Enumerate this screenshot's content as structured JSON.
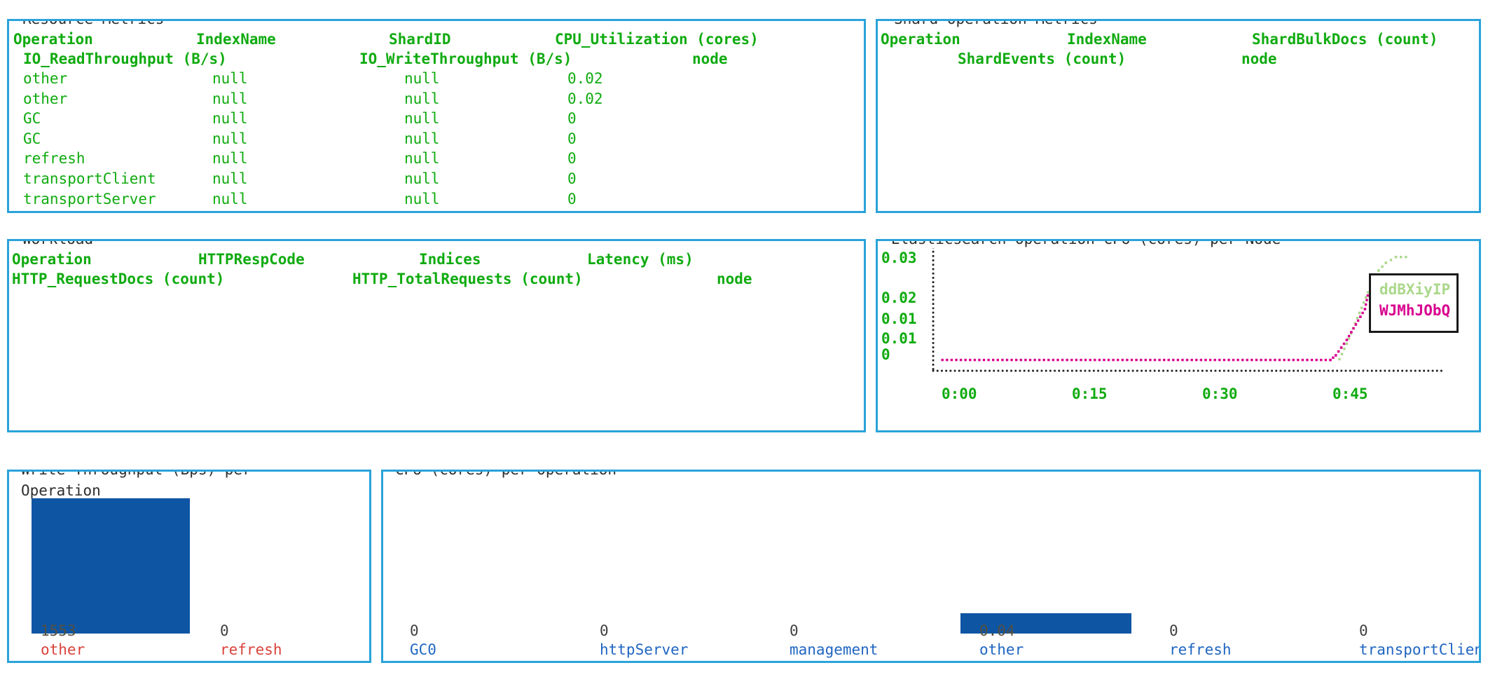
{
  "colors": {
    "panel_border": "#2aa3da",
    "table_green": "#10ab10",
    "title_text": "#2e2e2e",
    "bar_blue": "#0e55a4",
    "category_red": "#d9433c",
    "category_blue": "#2066c2",
    "value_gray": "#3f3f3f",
    "value_on_bar": "#54503f",
    "series_green": "#abd88b",
    "series_magenta": "#d9008f",
    "axis_black": "#1c1c1c"
  },
  "panels": {
    "resource_metrics": {
      "title": "Resource Metrics",
      "header_row1": [
        "Operation",
        "IndexName",
        "ShardID",
        "CPU_Utilization (cores)"
      ],
      "header_row2": [
        "IO_ReadThroughput (B/s)",
        "IO_WriteThroughput (B/s)",
        "node"
      ],
      "rows": [
        [
          "other",
          "null",
          "null",
          "0.02"
        ],
        [
          "other",
          "null",
          "null",
          "0.02"
        ],
        [
          "GC",
          "null",
          "null",
          "0"
        ],
        [
          "GC",
          "null",
          "null",
          "0"
        ],
        [
          "refresh",
          "null",
          "null",
          "0"
        ],
        [
          "transportClient",
          "null",
          "null",
          "0"
        ],
        [
          "transportServer",
          "null",
          "null",
          "0"
        ]
      ]
    },
    "shard_operation_metrics": {
      "title": "Shard Operation Metrics",
      "header_row1": [
        "Operation",
        "IndexName",
        "ShardBulkDocs (count)"
      ],
      "header_row2": [
        "ShardEvents (count)",
        "node"
      ],
      "rows": []
    },
    "workload": {
      "title": "Workload",
      "header_row1": [
        "Operation",
        "HTTPRespCode",
        "Indices",
        "Latency (ms)"
      ],
      "header_row2": [
        "HTTP_RequestDocs (count)",
        "HTTP_TotalRequests (count)",
        "node"
      ],
      "rows": []
    }
  },
  "chart_data": [
    {
      "type": "line",
      "title": "Elasticsearch Operation CPU (cores) per Node",
      "x_ticks": [
        "0:00",
        "0:15",
        "0:30",
        "0:45"
      ],
      "y_ticks": [
        "0.03",
        "0.02",
        "0.01",
        "0.01",
        "0"
      ],
      "xlim_minutes": [
        0,
        55
      ],
      "ylim": [
        0,
        0.032
      ],
      "grid": false,
      "legend_position": "top-right",
      "line_style": "dotted",
      "series": [
        {
          "name": "ddBXiyIP",
          "color": "#abd88b",
          "points": [
            [
              44,
              0.003
            ],
            [
              44.8,
              0.007
            ],
            [
              45.5,
              0.011
            ],
            [
              46.2,
              0.015
            ],
            [
              46.9,
              0.019
            ],
            [
              47.6,
              0.023
            ],
            [
              48.3,
              0.026
            ],
            [
              49.1,
              0.028
            ],
            [
              50.2,
              0.0295
            ],
            [
              51.3,
              0.0295
            ]
          ]
        },
        {
          "name": "WJMhJObQ",
          "color": "#d9008f",
          "points": [
            [
              0.4,
              0.0028
            ],
            [
              43,
              0.0028
            ],
            [
              43.6,
              0.004
            ],
            [
              44.2,
              0.006
            ],
            [
              44.8,
              0.008
            ],
            [
              45.3,
              0.01
            ],
            [
              45.8,
              0.012
            ],
            [
              46.3,
              0.014
            ],
            [
              46.8,
              0.016
            ],
            [
              47.1,
              0.0195
            ]
          ]
        }
      ]
    },
    {
      "type": "bar",
      "title": "Write Throughput (Bps) per Operation",
      "title_line1": "Write Throughput (Bps) per",
      "title_line2": "Operation",
      "categories": [
        "other",
        "refresh"
      ],
      "values": [
        1553,
        0
      ]
    },
    {
      "type": "bar",
      "title": "CPU (cores) per Operation",
      "categories": [
        "GC0",
        "httpServer",
        "management",
        "other",
        "refresh",
        "transportClien"
      ],
      "values": [
        0,
        0,
        0,
        0.04,
        0,
        0
      ]
    }
  ]
}
